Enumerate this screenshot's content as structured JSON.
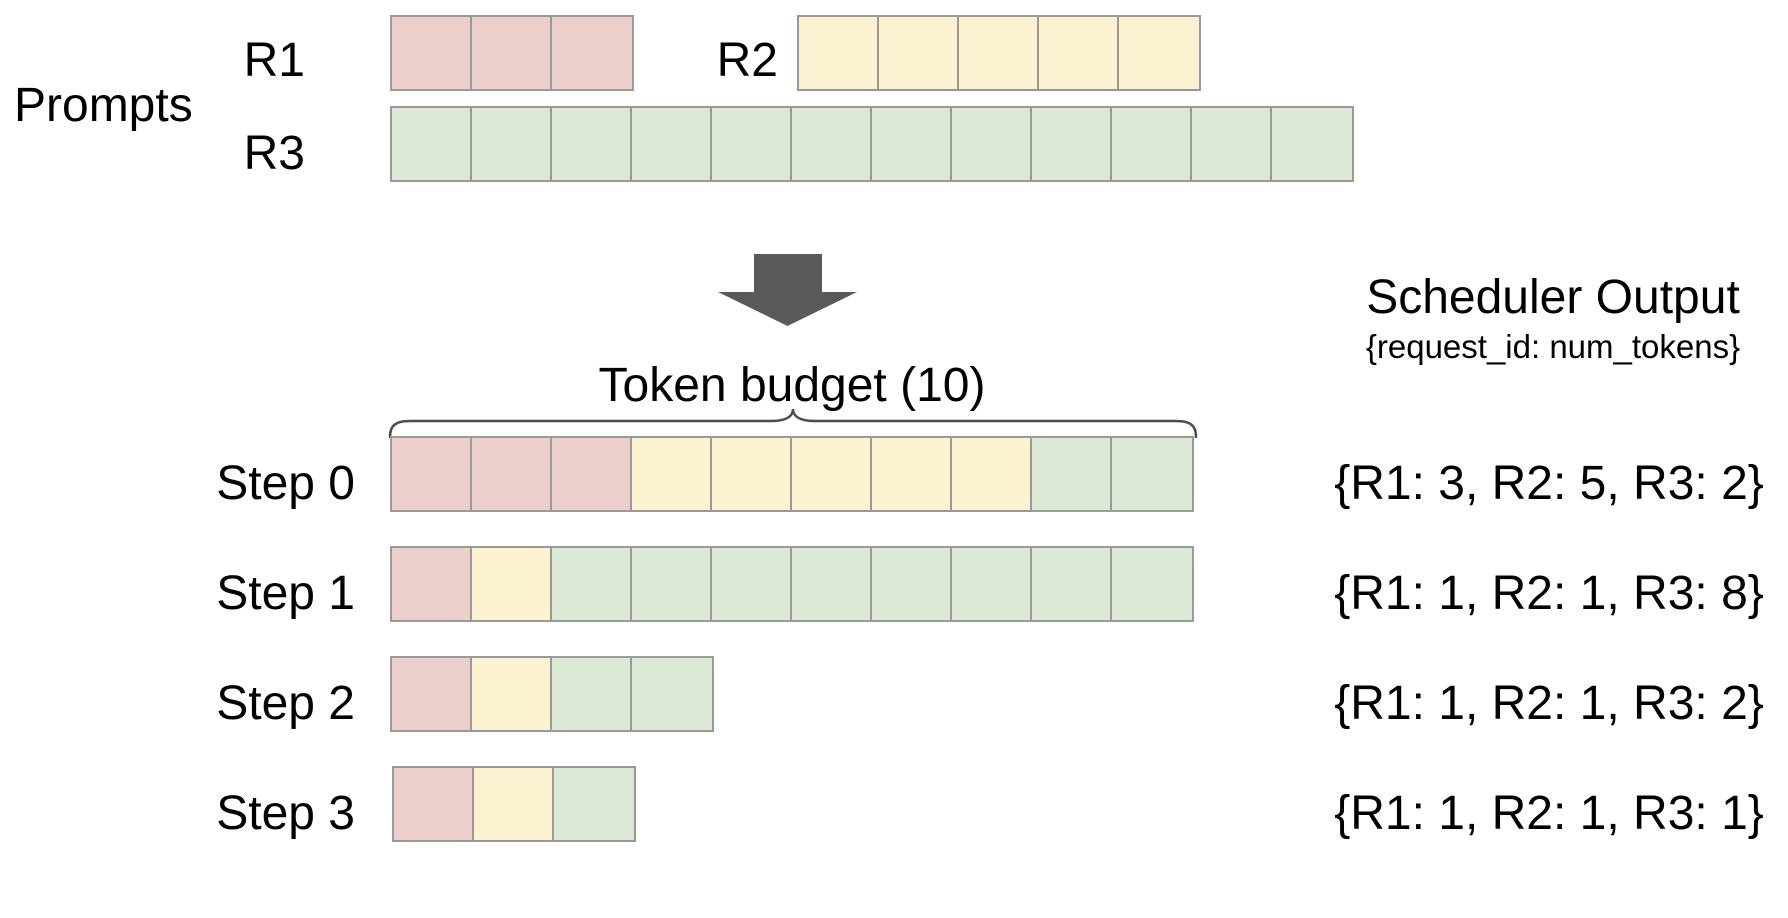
{
  "colors": {
    "R1": "#eccecb",
    "R2": "#fcf1d0",
    "R3": "#dbe8d4",
    "cell_border": "#999999",
    "arrow": "#595959",
    "brace": "#4d4d4d",
    "text": "#000000",
    "background": "#ffffff"
  },
  "icons": {
    "arrow": "down-block-arrow",
    "brace": "horizontal-curly-brace"
  },
  "prompts": {
    "section_label": "Prompts",
    "rows": [
      {
        "label": "R1",
        "request": "R1",
        "segments": [
          {
            "request": "R1",
            "tokens": 3
          }
        ]
      },
      {
        "label": "R2",
        "request": "R2",
        "segments": [
          {
            "request": "R2",
            "tokens": 5
          }
        ]
      },
      {
        "label": "R3",
        "request": "R3",
        "segments": [
          {
            "request": "R3",
            "tokens": 12
          }
        ]
      }
    ]
  },
  "token_budget": {
    "label": "Token budget (10)",
    "value": 10
  },
  "scheduler_output": {
    "title": "Scheduler Output",
    "subtitle": "{request_id: num_tokens}"
  },
  "steps": [
    {
      "label": "Step 0",
      "segments": [
        {
          "request": "R1",
          "tokens": 3
        },
        {
          "request": "R2",
          "tokens": 5
        },
        {
          "request": "R3",
          "tokens": 2
        }
      ],
      "output": "{R1: 3, R2: 5, R3: 2}"
    },
    {
      "label": "Step 1",
      "segments": [
        {
          "request": "R1",
          "tokens": 1
        },
        {
          "request": "R2",
          "tokens": 1
        },
        {
          "request": "R3",
          "tokens": 8
        }
      ],
      "output": "{R1: 1, R2: 1, R3: 8}"
    },
    {
      "label": "Step 2",
      "segments": [
        {
          "request": "R1",
          "tokens": 1
        },
        {
          "request": "R2",
          "tokens": 1
        },
        {
          "request": "R3",
          "tokens": 2
        }
      ],
      "output": "{R1: 1, R2: 1, R3: 2}"
    },
    {
      "label": "Step 3",
      "segments": [
        {
          "request": "R1",
          "tokens": 1
        },
        {
          "request": "R2",
          "tokens": 1
        },
        {
          "request": "R3",
          "tokens": 1
        }
      ],
      "output": "{R1: 1, R2: 1, R3: 1}"
    }
  ]
}
